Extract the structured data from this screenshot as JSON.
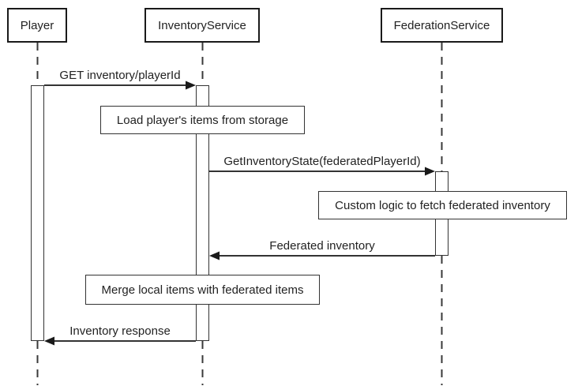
{
  "diagram_type": "uml-sequence-diagram",
  "participants": [
    {
      "name": "Player"
    },
    {
      "name": "InventoryService"
    },
    {
      "name": "FederationService"
    }
  ],
  "messages": [
    {
      "label": "GET inventory/playerId",
      "from": "Player",
      "to": "InventoryService",
      "direction": "right",
      "style": "solid"
    },
    {
      "label": "GetInventoryState(federatedPlayerId)",
      "from": "InventoryService",
      "to": "FederationService",
      "direction": "right",
      "style": "solid"
    },
    {
      "label": "Federated inventory",
      "from": "FederationService",
      "to": "InventoryService",
      "direction": "left",
      "style": "solid"
    },
    {
      "label": "Inventory response",
      "from": "InventoryService",
      "to": "Player",
      "direction": "left",
      "style": "solid"
    }
  ],
  "notes": [
    {
      "text": "Load player's items from storage",
      "over": "InventoryService"
    },
    {
      "text": "Custom logic to fetch federated inventory",
      "over": "FederationService"
    },
    {
      "text": "Merge local items with federated items",
      "over": "InventoryService"
    }
  ],
  "colors": {
    "background": "#ffffff",
    "stroke": "#333333",
    "participant_border": "#1a1a1a",
    "text": "#222222",
    "box_fill": "#ffffff"
  }
}
